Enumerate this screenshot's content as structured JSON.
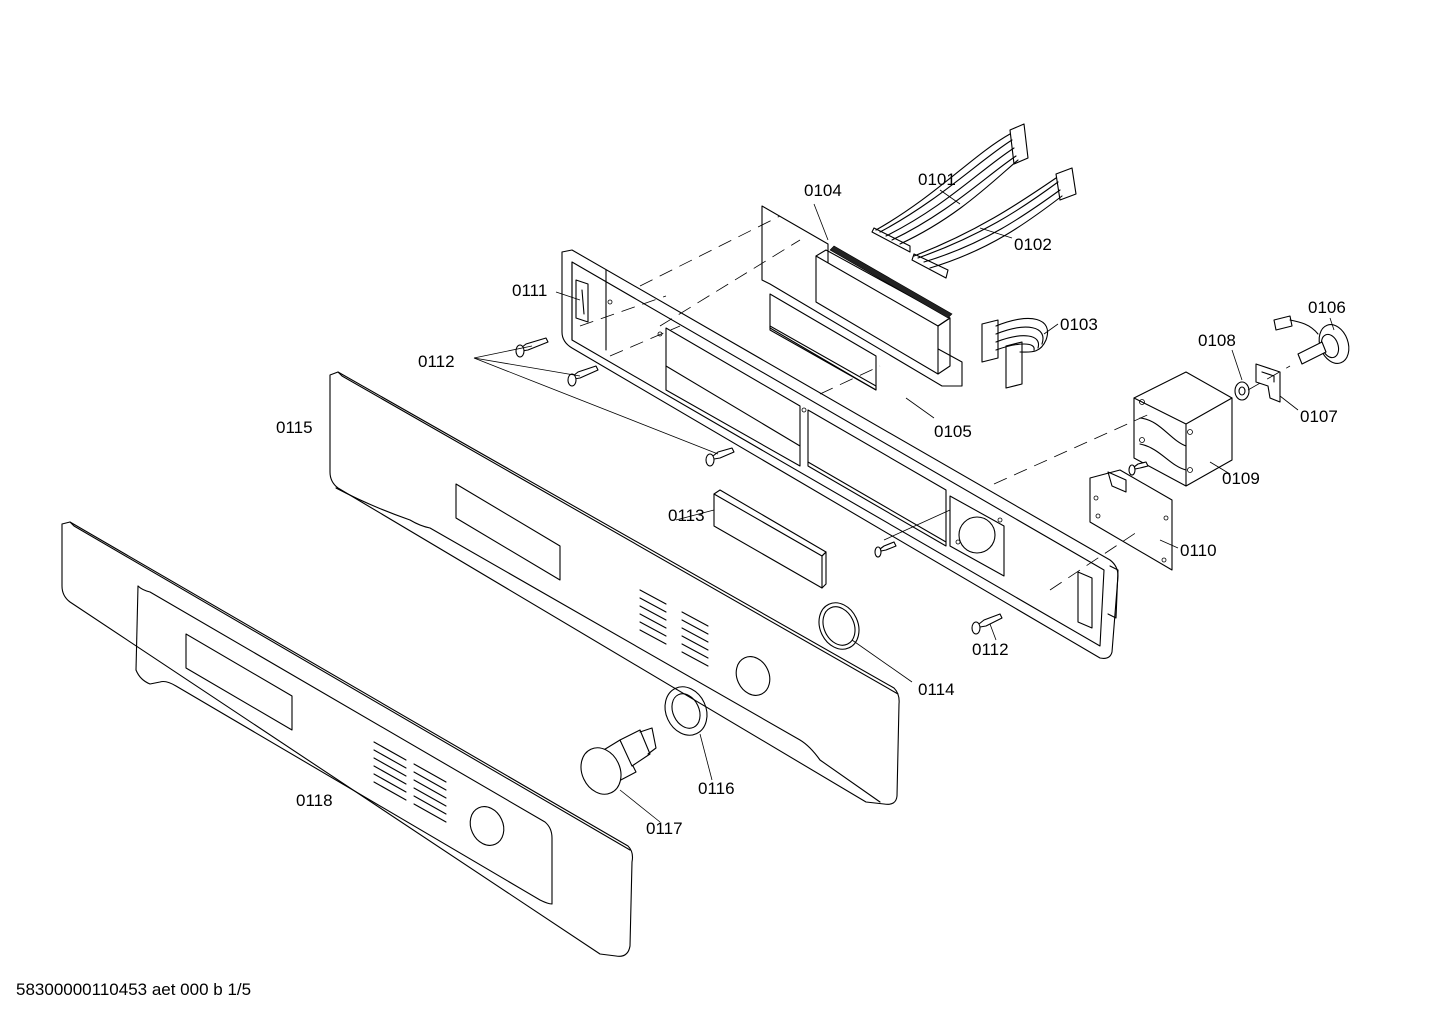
{
  "diagram": {
    "parts": [
      {
        "id": "0101",
        "label": "0101"
      },
      {
        "id": "0102",
        "label": "0102"
      },
      {
        "id": "0103",
        "label": "0103"
      },
      {
        "id": "0104",
        "label": "0104"
      },
      {
        "id": "0105",
        "label": "0105"
      },
      {
        "id": "0106",
        "label": "0106"
      },
      {
        "id": "0107",
        "label": "0107"
      },
      {
        "id": "0108",
        "label": "0108"
      },
      {
        "id": "0109",
        "label": "0109"
      },
      {
        "id": "0110",
        "label": "0110"
      },
      {
        "id": "0111",
        "label": "0111"
      },
      {
        "id": "0112a",
        "label": "0112"
      },
      {
        "id": "0112b",
        "label": "0112"
      },
      {
        "id": "0113",
        "label": "0113"
      },
      {
        "id": "0114",
        "label": "0114"
      },
      {
        "id": "0115",
        "label": "0115"
      },
      {
        "id": "0116",
        "label": "0116"
      },
      {
        "id": "0117",
        "label": "0117"
      },
      {
        "id": "0118",
        "label": "0118"
      }
    ]
  },
  "footer": {
    "document_id": "58300000110453 aet 000 b 1/5"
  }
}
